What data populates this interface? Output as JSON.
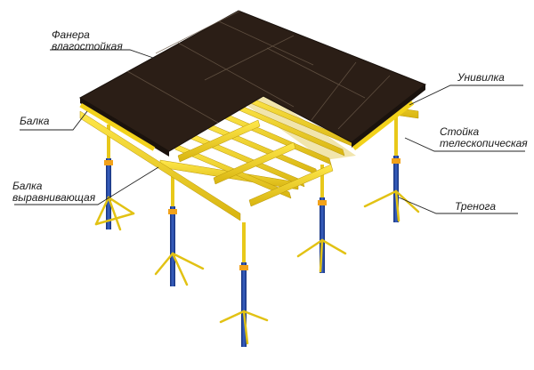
{
  "colors": {
    "plywood": "#2b1e16",
    "plywood_edge": "#1a120d",
    "beam_yellow": "#f2d21a",
    "beam_shadow": "#c9a80a",
    "prop_blue": "#1f3f9a",
    "prop_yellow": "#e8c81a",
    "leader_line": "#222222"
  },
  "labels": {
    "plywood": {
      "line1": "Фанера",
      "line2": "влагостойкая"
    },
    "beam": {
      "line1": "Балка"
    },
    "leveling_beam": {
      "line1": "Балка",
      "line2": "выравнивающая"
    },
    "univilka": {
      "line1": "Унивилка"
    },
    "telescopic_prop": {
      "line1": "Стойка",
      "line2": "телескопическая"
    },
    "tripod": {
      "line1": "Тренога"
    }
  }
}
